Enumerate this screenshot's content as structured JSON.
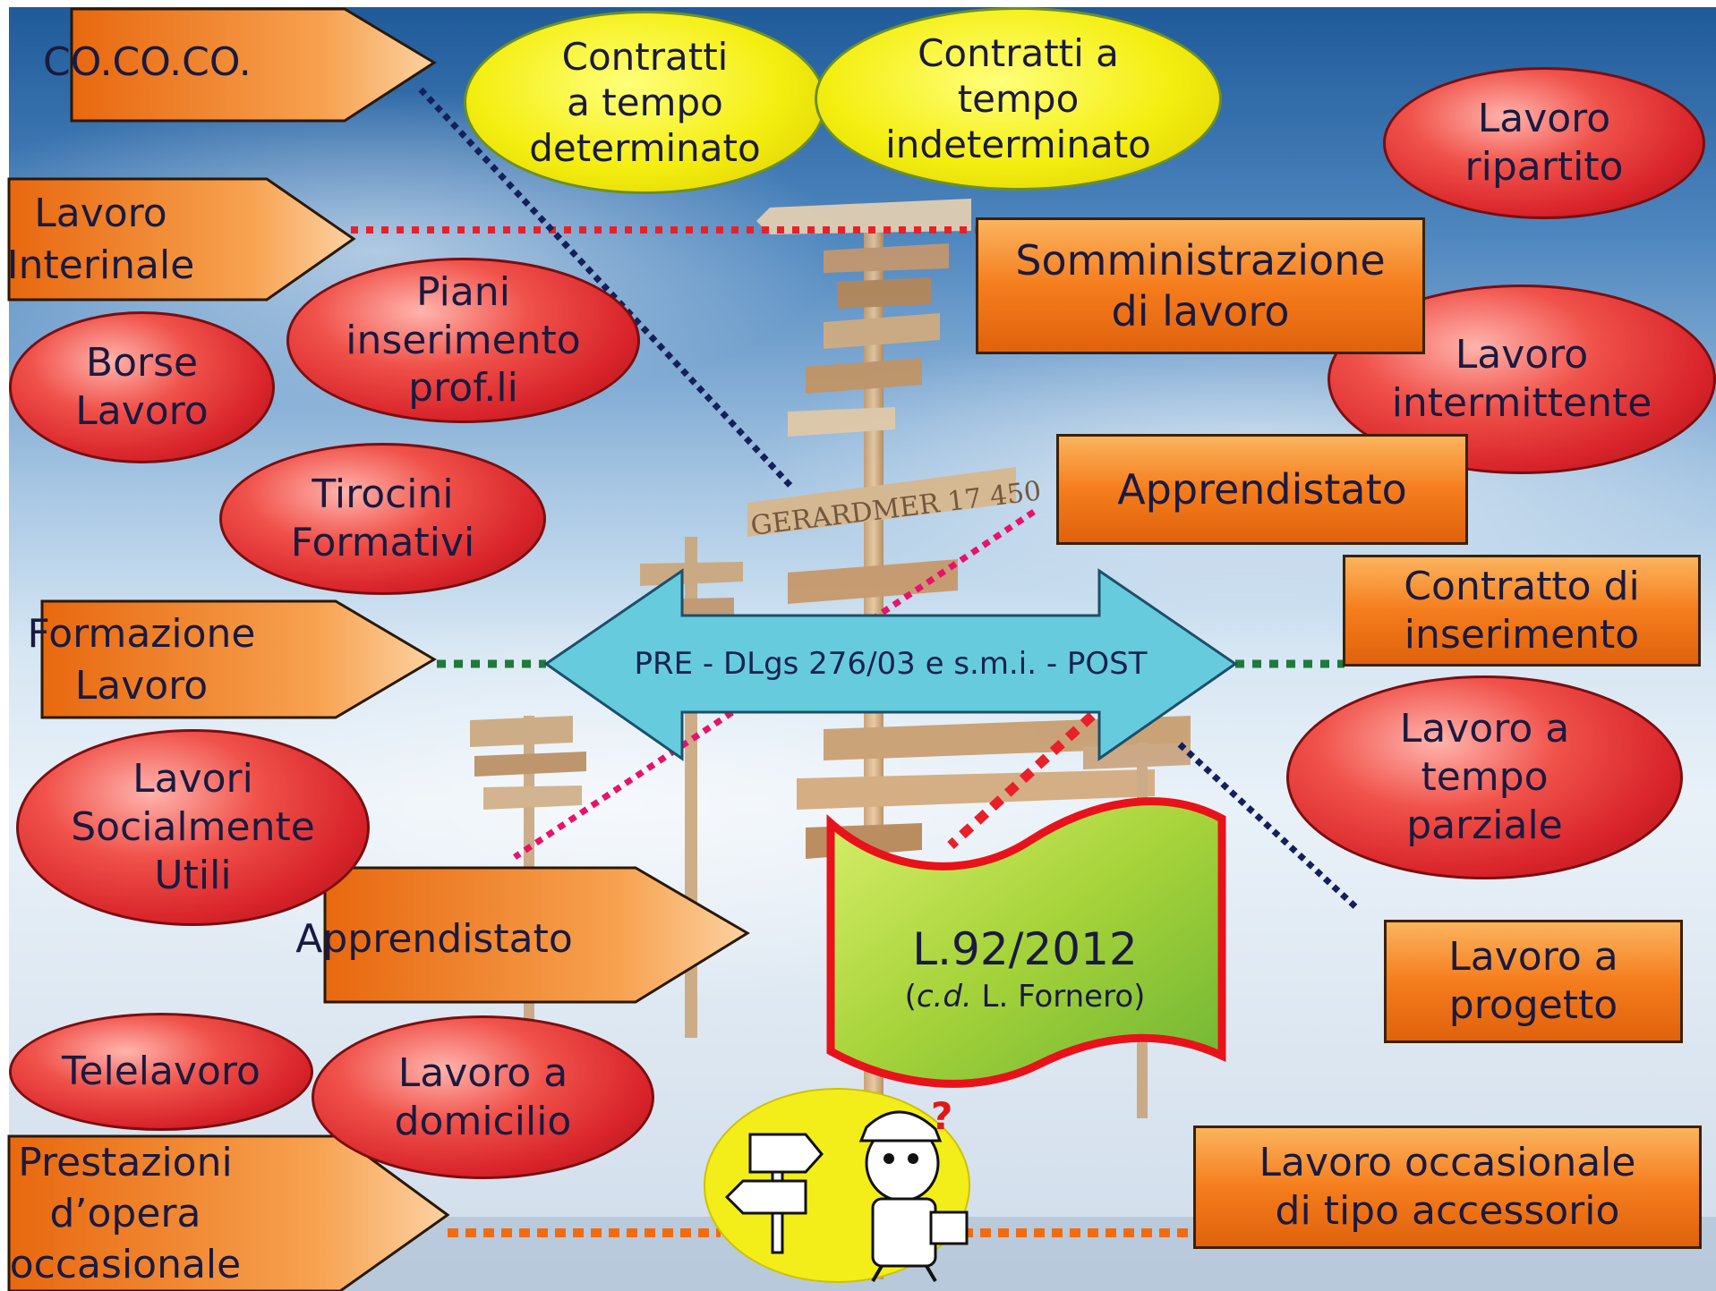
{
  "diagram": {
    "center_arrow_label": "PRE - DLgs 276/03 e s.m.i. - POST",
    "law_banner": {
      "line1": "L.92/2012",
      "line2_prefix": "(",
      "line2_italic": "c.d.",
      "line2_rest": " L. Fornero)"
    },
    "signpost_text": "GERARDMER 17 450",
    "left_arrows": {
      "cococo": "CO.CO.CO.",
      "interinale": "Lavoro\nInterinale",
      "formazione": "Formazione\nLavoro",
      "apprendistato": "Apprendistato",
      "prestazioni": "Prestazioni\nd’opera\noccasionale"
    },
    "yellow_ellipses": {
      "determinato": "Contratti\na tempo\ndeterminato",
      "indeterminato": "Contratti a\ntempo\nindeterminato"
    },
    "red_ellipses": {
      "ripartito": "Lavoro\nripartito",
      "piani": "Piani\ninserimento\nprof.li",
      "borse": "Borse\nLavoro",
      "tirocini": "Tirocini\nFormativi",
      "intermittente": "Lavoro\nintermittente",
      "parziale": "Lavoro a\ntempo\nparziale",
      "lsu": "Lavori\nSocialmente\nUtili",
      "telelavoro": "Telelavoro",
      "domicilio": "Lavoro a\ndomicilio"
    },
    "orange_boxes": {
      "somministrazione": "Somministrazione\ndi lavoro",
      "apprendistato": "Apprendistato",
      "inserimento": "Contratto di\ninserimento",
      "progetto": "Lavoro a\nprogetto",
      "occasionale": "Lavoro occasionale\ndi tipo accessorio"
    }
  },
  "colors": {
    "sky_top": "#1f5a9a",
    "snow": "#e6eef6",
    "arrow_fill": "#66ccdd",
    "ellipse_red": "#e0282e",
    "ellipse_yellow": "#f4ee10",
    "box_orange": "#f57d1d",
    "banner_green": "#a6d33a",
    "banner_border": "#e8121b",
    "line_red": "#e8202a",
    "line_green": "#1e7a3a",
    "line_navy": "#15205a",
    "line_magenta": "#e8126a",
    "line_orange": "#f26b0f"
  }
}
